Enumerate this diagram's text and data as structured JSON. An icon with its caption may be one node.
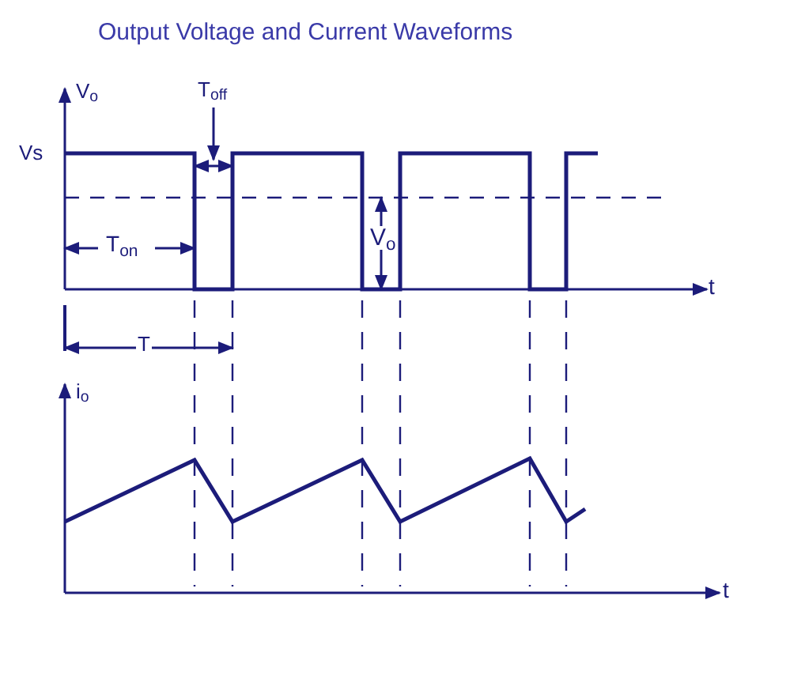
{
  "diagram": {
    "title": "Output Voltage and Current Waveforms",
    "labels": [
      "V$_{o}$",
      "T$_{off}$",
      "Vs",
      "T$_{on}$",
      "V$_{o}$",
      "t",
      "T",
      "i$_{o}$",
      "t"
    ]
  }
}
